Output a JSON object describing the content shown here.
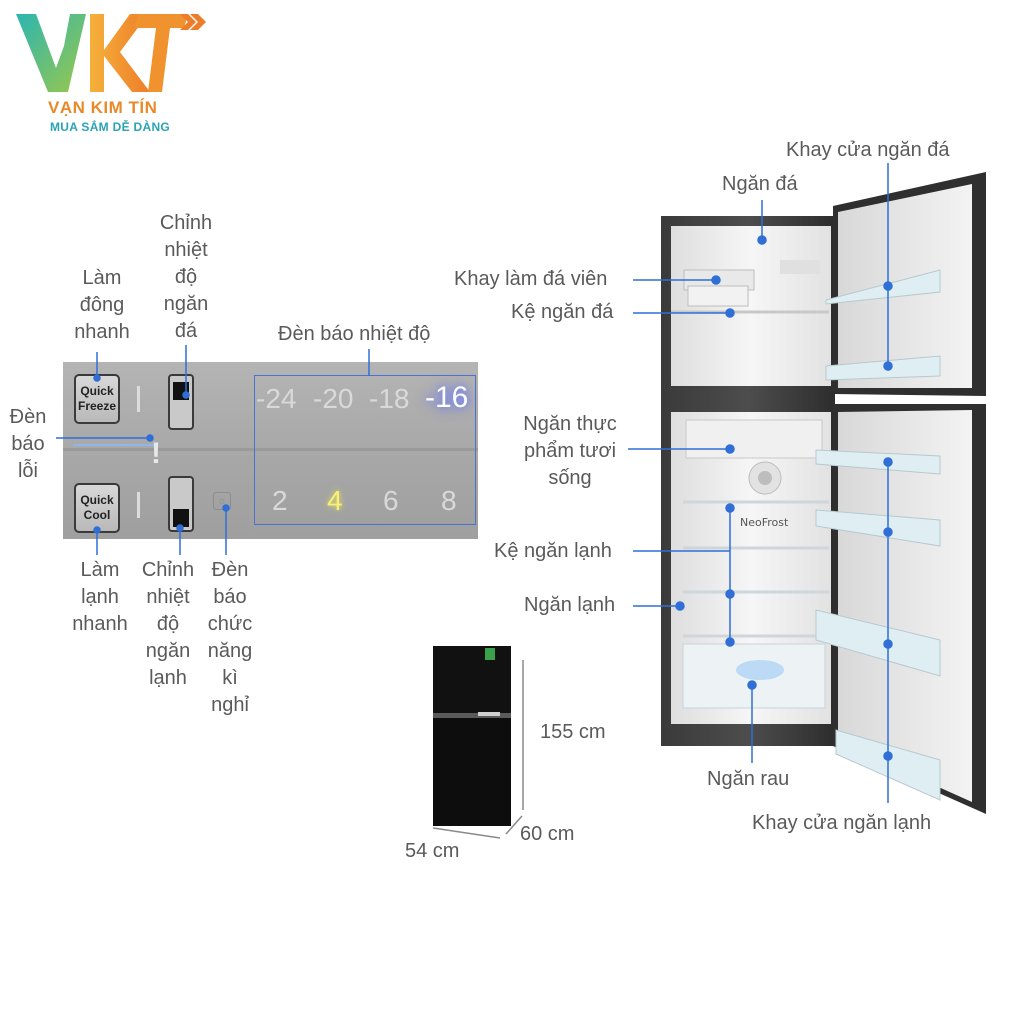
{
  "logo": {
    "mark": "VKT",
    "brand": "VẠN KIM TÍN",
    "slogan": "MUA SẮM DỄ DÀNG"
  },
  "control_panel": {
    "quick_freeze_label": "Quick Freeze",
    "quick_cool_label": "Quick Cool",
    "freezer_temps": [
      "-24",
      "-20",
      "-18",
      "-16"
    ],
    "freezer_selected": "-16",
    "fridge_temps": [
      "2",
      "4",
      "6",
      "8"
    ],
    "fridge_selected": "4",
    "annotations": {
      "quick_freeze": "Làm\nđông\nnhanh",
      "freezer_adjust": "Chỉnh\nnhiệt\nđộ\nngăn\nđá",
      "temp_indicator": "Đèn báo nhiệt độ",
      "error_light": "Đèn\nbáo\nlỗi",
      "quick_cool": "Làm\nlạnh\nnhanh",
      "fridge_adjust": "Chỉnh\nnhiệt\nđộ\nngăn\nlạnh",
      "holiday_light": "Đèn\nbáo\nchức\nnăng\nkì\nnghỉ"
    }
  },
  "dimensions": {
    "height": "155 cm",
    "depth": "60 cm",
    "width": "54 cm"
  },
  "fridge_labels": {
    "freezer_door_tray": "Khay cửa ngăn đá",
    "freezer": "Ngăn đá",
    "ice_tray": "Khay làm đá viên",
    "freezer_shelf": "Kệ ngăn đá",
    "fresh_food": "Ngăn thực\nphẩm tươi\nsống",
    "fridge_shelf": "Kệ ngăn lạnh",
    "fridge": "Ngăn lạnh",
    "vegetable": "Ngăn rau",
    "fridge_door_tray": "Khay cửa ngăn lạnh"
  },
  "fridge_brand_text": "NeoFrost",
  "colors": {
    "accent_line": "#2f6fd6",
    "dot": "#2f6fd6",
    "logo_orange": "#e88a2a",
    "logo_teal": "#2aa3b5"
  }
}
